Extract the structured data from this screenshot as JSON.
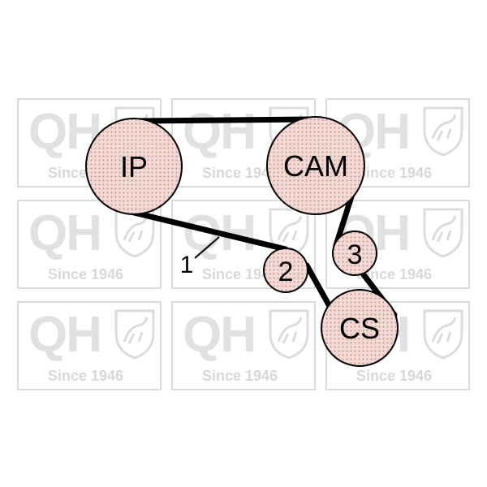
{
  "pulleys": [
    {
      "id": "ip",
      "label": "IP"
    },
    {
      "id": "cam",
      "label": "CAM"
    },
    {
      "id": "idler-2",
      "label": "2"
    },
    {
      "id": "idler-3",
      "label": "3"
    },
    {
      "id": "cs",
      "label": "CS"
    }
  ],
  "belt_label": "1",
  "watermark": {
    "logo_text": "QH",
    "tagline": "Since 1946"
  },
  "colors": {
    "pulley_fill": "#f2d9d5",
    "pulley_dots": "#c98f89",
    "belt": "#000000",
    "watermark": "#dedede"
  }
}
